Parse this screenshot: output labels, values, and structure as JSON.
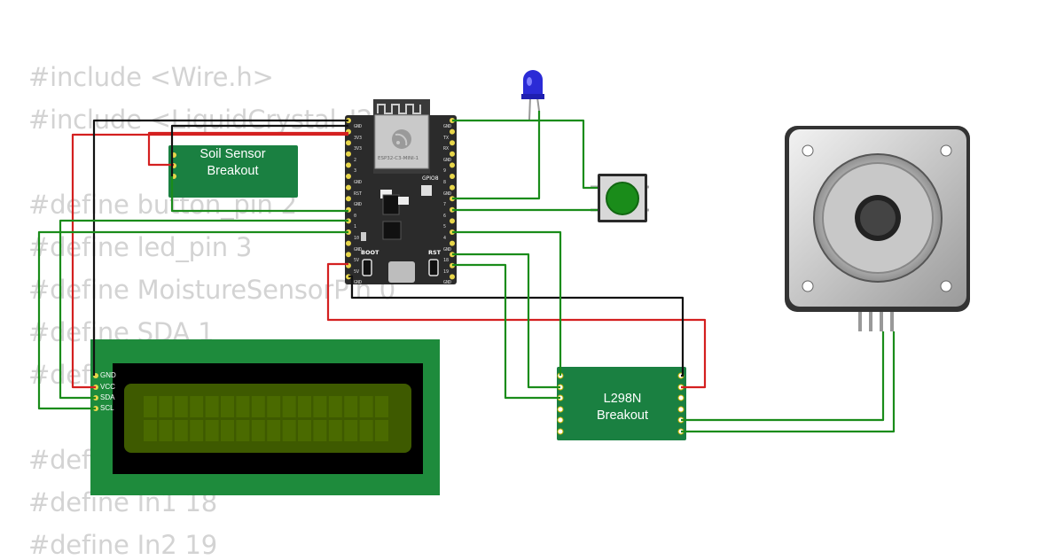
{
  "code_lines": [
    "#include <Wire.h>",
    "#include <LiquidCrystal_I2C.h>",
    "",
    "#define button_pin 2",
    "#define led_pin 3",
    "#define MoistureSensorPin 0",
    "#define SDA 1",
    "#define SCL 0",
    "",
    "#define EN 10",
    "#define In1 18",
    "#define In2 19"
  ],
  "components": {
    "soil_sensor": {
      "label_line1": "Soil Sensor",
      "label_line2": "Breakout"
    },
    "l298n": {
      "label_line1": "L298N",
      "label_line2": "Breakout"
    },
    "lcd": {
      "pins": [
        "GND",
        "VCC",
        "SDA",
        "SCL"
      ]
    },
    "esp32": {
      "module_label": "ESP32-C3-MINI-1",
      "gpio_label": "GPIO8",
      "boot_label": "BOOT",
      "reset_label": "RST",
      "left_pins": [
        "GND",
        "3V3",
        "3V3",
        "2",
        "3",
        "GND",
        "RST",
        "GND",
        "0",
        "1",
        "10",
        "GND",
        "5V",
        "5V",
        "GND"
      ],
      "right_pins": [
        "GND",
        "TX",
        "RX",
        "GND",
        "9",
        "8",
        "GND",
        "7",
        "6",
        "5",
        "4",
        "GND",
        "18",
        "19",
        "GND"
      ]
    },
    "led": {
      "color": "blue"
    },
    "pushbutton": {
      "color": "green"
    },
    "stepper_motor": {}
  },
  "colors": {
    "wire_green": "#1a8c1a",
    "wire_red": "#d42020",
    "wire_black": "#111111",
    "board_green": "#1a8041",
    "lcd_green": "#1e8b3c",
    "lcd_screen": "#3e5a00",
    "code_text": "#d3d3d3"
  }
}
